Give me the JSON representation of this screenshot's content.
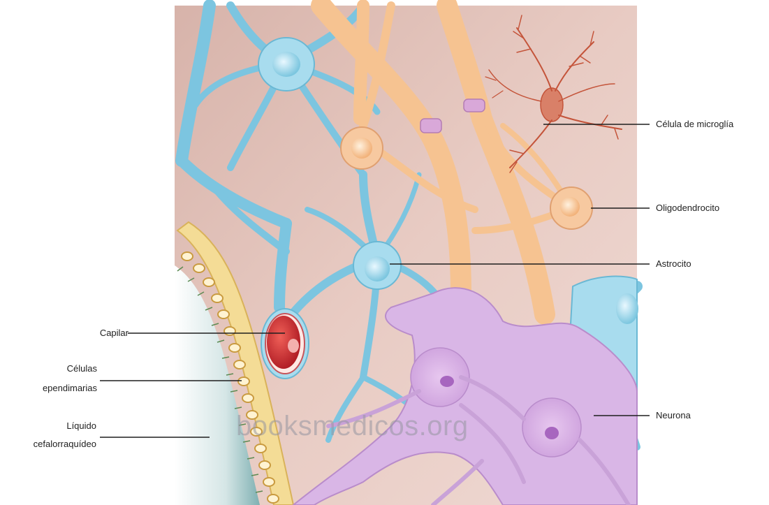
{
  "labels": {
    "microglia": "Célula de microglía",
    "oligodendrocyte": "Oligodendrocito",
    "astrocyte": "Astrocito",
    "capillary": "Capilar",
    "ependymal_line1": "Células",
    "ependymal_line2": "ependimarias",
    "csf_line1": "Líquido",
    "csf_line2": "cefalorraquídeo",
    "neuron": "Neurona"
  },
  "watermark": "booksmedicos.org",
  "colors": {
    "background_tissue": "#e6c8c0",
    "astrocyte_blue": "#8fd0e6",
    "oligodendrocyte_orange": "#f6c391",
    "neuron_lilac": "#d9b6e6",
    "microglia_red": "#c4543a",
    "capillary_red": "#c0202a",
    "ependymal_yellow": "#f4dc96",
    "csf_teal": "#b8d7d8",
    "leader_line": "#1e1e1e"
  }
}
